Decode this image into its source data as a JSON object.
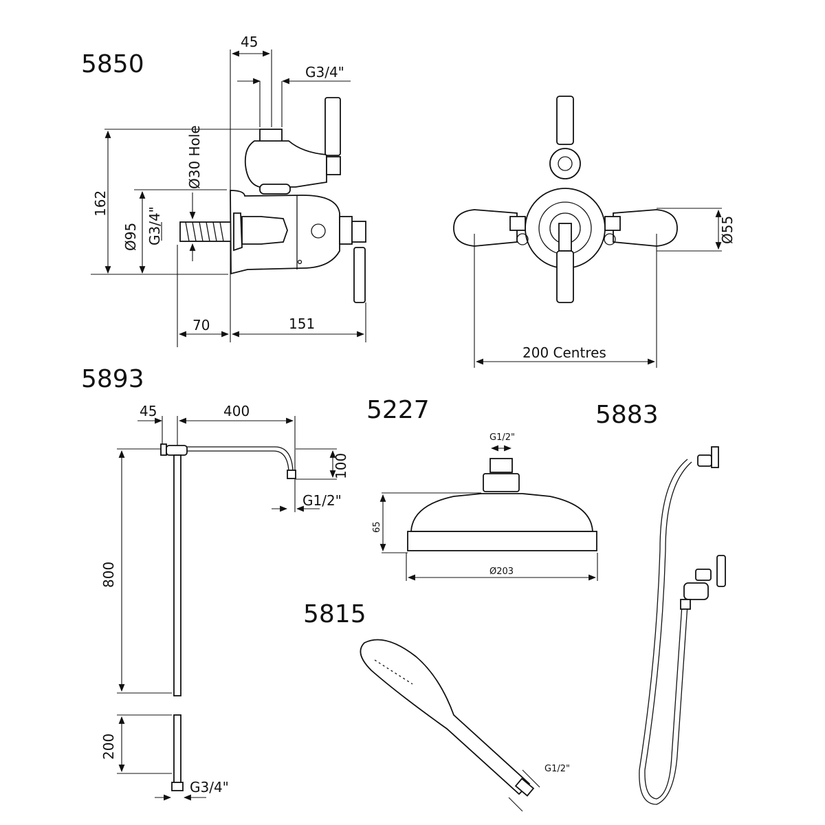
{
  "products": {
    "p5850": {
      "code": "5850",
      "dims": {
        "top_width": "45",
        "inlet": "G3/4\"",
        "hole": "Ø30 Hole",
        "height": "162",
        "diameter": "Ø95",
        "side_inlet": "G3/4\"",
        "depth_back": "70",
        "depth_front": "151",
        "handle_dia": "Ø55",
        "centres": "200 Centres"
      }
    },
    "p5893": {
      "code": "5893",
      "dims": {
        "offset": "45",
        "arm_length": "400",
        "drop": "100",
        "outlet": "G1/2\"",
        "riser": "800",
        "lower": "200",
        "inlet": "G3/4\""
      }
    },
    "p5227": {
      "code": "5227",
      "dims": {
        "inlet": "G1/2\"",
        "height": "65",
        "diameter": "Ø203"
      }
    },
    "p5883": {
      "code": "5883"
    },
    "p5815": {
      "code": "5815",
      "dims": {
        "inlet": "G1/2\""
      }
    }
  }
}
